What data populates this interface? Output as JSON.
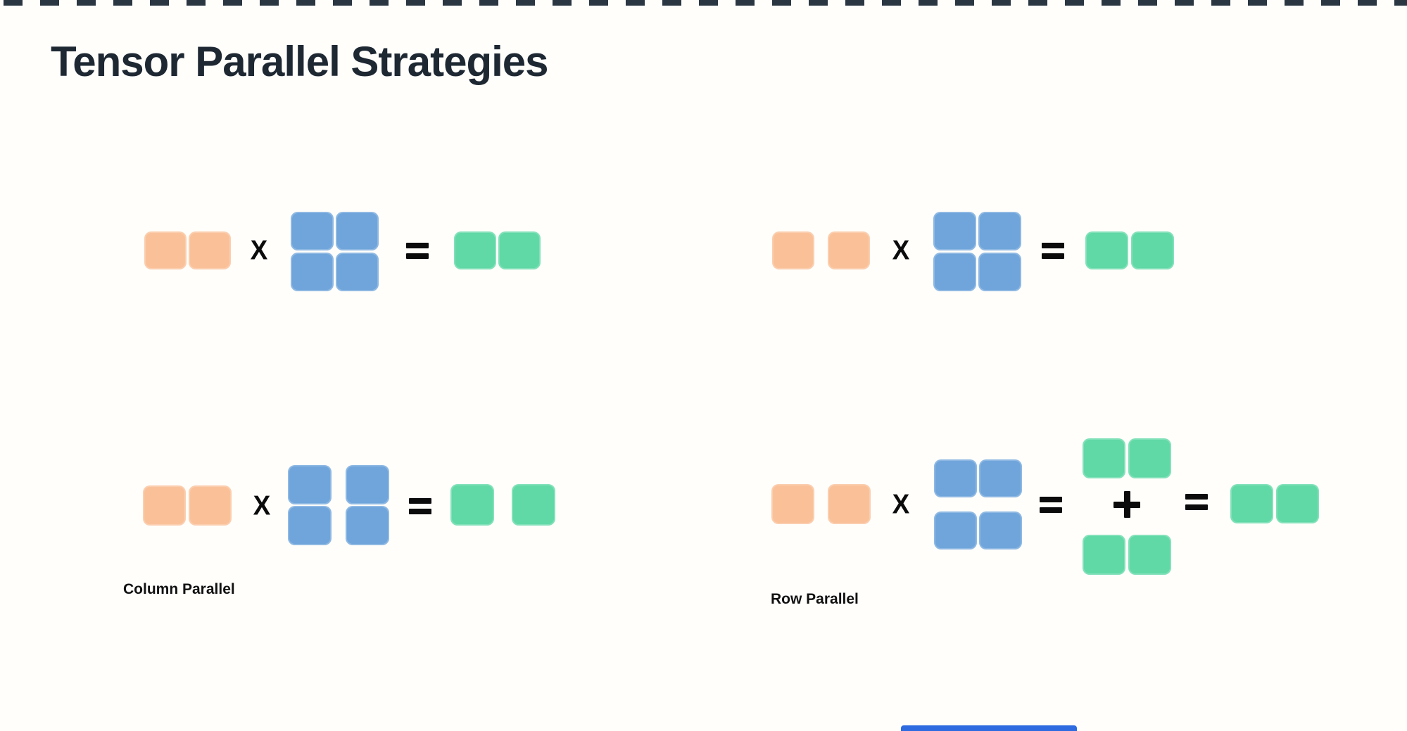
{
  "title": "Tensor Parallel Strategies",
  "symbols": {
    "multiply": "X",
    "equals": "=",
    "plus": "+"
  },
  "labels": {
    "column_parallel": "Column Parallel",
    "row_parallel": "Row Parallel"
  },
  "colors": {
    "background": "#FFFEFB",
    "title": "#1E2833",
    "orange": "#FAC199",
    "blue": "#6FA5DB",
    "green": "#60D9A6",
    "operator": "#0B0B0B",
    "label": "#111111",
    "top_dash": "#2A3642",
    "bottom_bar": "#2E6BE0"
  },
  "figures": [
    {
      "id": "top-left",
      "label": "",
      "sequence": [
        "orange-row-1x2",
        "X",
        "blue-matrix-2x2",
        "=",
        "green-row-1x2"
      ]
    },
    {
      "id": "top-right",
      "label": "",
      "sequence": [
        "orange-row-1x2-split",
        "X",
        "blue-matrix-2x2",
        "=",
        "green-row-1x2"
      ]
    },
    {
      "id": "bottom-left",
      "label": "Column Parallel",
      "sequence": [
        "orange-row-1x2",
        "X",
        "blue-matrix-2x2-column-split",
        "=",
        "green-row-1x2-split"
      ]
    },
    {
      "id": "bottom-right",
      "label": "Row Parallel",
      "sequence": [
        "orange-row-1x2-split",
        "X",
        "blue-matrix-2x2-row-split",
        "=",
        "green-row-1x2",
        "+",
        "green-row-1x2",
        "=",
        "green-row-1x2"
      ]
    }
  ]
}
